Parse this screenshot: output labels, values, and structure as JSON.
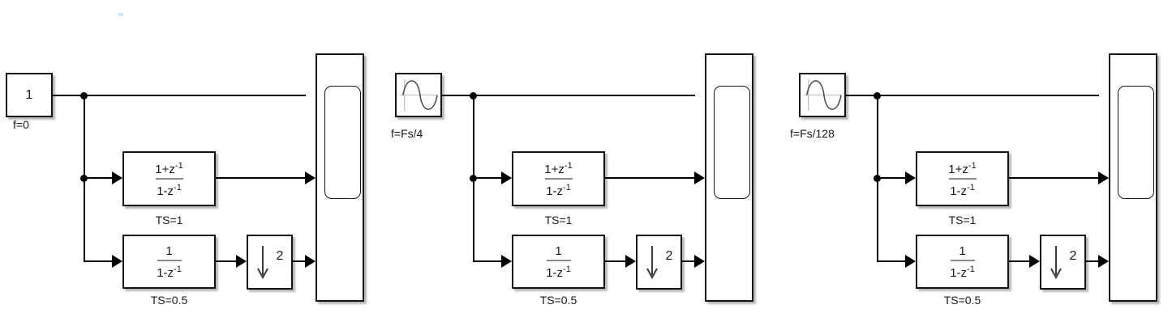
{
  "colors": {
    "background": "#ffffff",
    "wire": "#000000",
    "block_border": "#141414",
    "fraction_bar": "#8a8a8a",
    "artifact_blue": "#cfe6f8"
  },
  "icons": {
    "sine_source": "sine-wave-icon",
    "downsample": "down-arrow-icon"
  },
  "subsystems": [
    {
      "source": {
        "kind": "constant",
        "value": "1",
        "label": "f=0"
      },
      "filter_a": {
        "numerator": "1+z",
        "numerator_exp": "-1",
        "denominator": "1-z",
        "denominator_exp": "-1",
        "label": "TS=1"
      },
      "filter_b": {
        "numerator": "1",
        "denominator": "1-z",
        "denominator_exp": "-1",
        "label": "TS=0.5"
      },
      "downsample": {
        "factor": "2"
      }
    },
    {
      "source": {
        "kind": "sine",
        "label": "f=Fs/4"
      },
      "filter_a": {
        "numerator": "1+z",
        "numerator_exp": "-1",
        "denominator": "1-z",
        "denominator_exp": "-1",
        "label": "TS=1"
      },
      "filter_b": {
        "numerator": "1",
        "denominator": "1-z",
        "denominator_exp": "-1",
        "label": "TS=0.5"
      },
      "downsample": {
        "factor": "2"
      }
    },
    {
      "source": {
        "kind": "sine",
        "label": "f=Fs/128"
      },
      "filter_a": {
        "numerator": "1+z",
        "numerator_exp": "-1",
        "denominator": "1-z",
        "denominator_exp": "-1",
        "label": "TS=1"
      },
      "filter_b": {
        "numerator": "1",
        "denominator": "1-z",
        "denominator_exp": "-1",
        "label": "TS=0.5"
      },
      "downsample": {
        "factor": "2"
      }
    }
  ]
}
